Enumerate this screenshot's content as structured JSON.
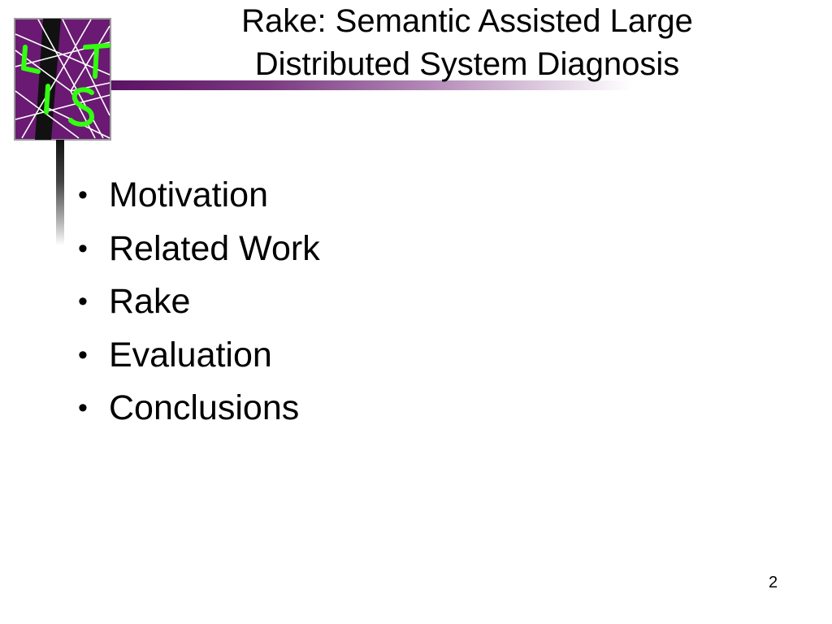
{
  "slide": {
    "title_lines": [
      "Rake: Semantic Assisted Large",
      "Distributed System Diagnosis"
    ],
    "bullet_glyph": "•",
    "bullets": [
      "Motivation",
      "Related Work",
      "Rake",
      "Evaluation",
      "Conclusions"
    ],
    "page_number": "2"
  },
  "logo": {
    "icon": "lits-logo-icon",
    "letters": [
      "L",
      "I",
      "T",
      "S"
    ],
    "colors": {
      "background": "#6a1a72",
      "border": "#9a9a9a",
      "letters": "#33ff11",
      "lines": "#ffffff"
    }
  },
  "theme": {
    "accent_bar": "#5b1263",
    "side_bar": "#111111"
  }
}
